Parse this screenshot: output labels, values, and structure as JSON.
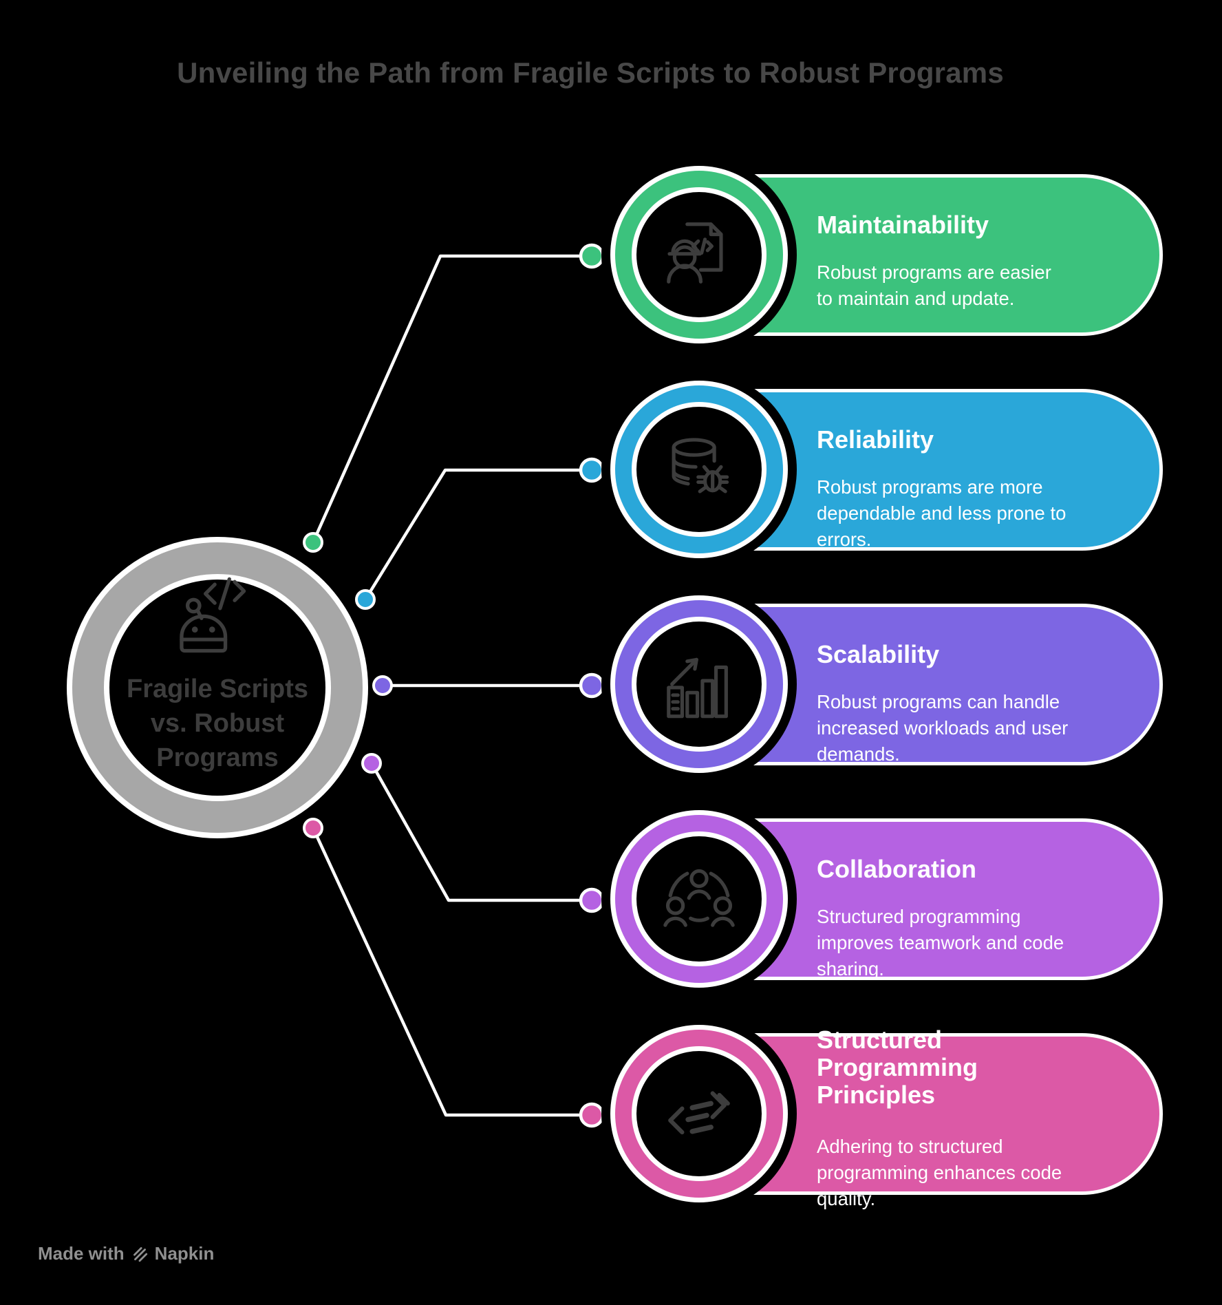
{
  "header": {
    "title": "Unveiling the Path from Fragile Scripts to Robust Programs"
  },
  "center": {
    "label": "Fragile Scripts vs. Robust Programs",
    "icon": "robot-code-icon",
    "ring_color": "#a7a7a7",
    "text_color": "#3d3d3d"
  },
  "cards": [
    {
      "title": "Maintainability",
      "color": "#3cc27d",
      "icon": "engineer-document-icon",
      "body_lines": [
        "Robust programs are easier",
        "to maintain and update.",
        ""
      ]
    },
    {
      "title": "Reliability",
      "color": "#2aa7d9",
      "icon": "database-bug-icon",
      "body_lines": [
        "Robust programs are more",
        "dependable and less prone to",
        "errors."
      ]
    },
    {
      "title": "Scalability",
      "color": "#7d66e3",
      "icon": "growth-chart-icon",
      "body_lines": [
        "Robust programs can handle",
        "increased workloads and user",
        "demands."
      ]
    },
    {
      "title": "Collaboration",
      "color": "#b562e2",
      "icon": "team-network-icon",
      "body_lines": [
        "Structured programming",
        "improves teamwork and code",
        "sharing."
      ]
    },
    {
      "title": "Structured Programming Principles",
      "color": "#dc59a6",
      "icon": "structured-flow-icon",
      "body_lines": [
        "Adhering to structured",
        "programming enhances code",
        "quality."
      ]
    }
  ],
  "footer": {
    "made_with": "Made with",
    "brand": "Napkin",
    "logo_icon": "napkin-logo-icon"
  },
  "colors": {
    "background": "#000000",
    "heading": "#484848",
    "card_text": "#ffffff",
    "icon_stroke": "#3d3d3d",
    "connector": "#ffffff",
    "footer_text": "#909090"
  }
}
